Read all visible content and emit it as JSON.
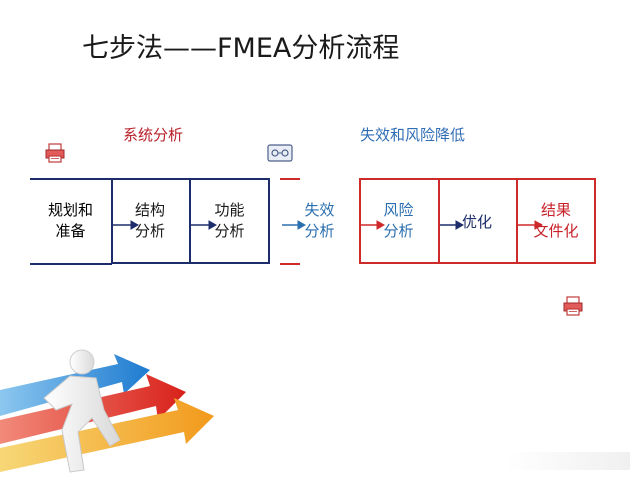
{
  "title": "七步法——FMEA分析流程",
  "sections": {
    "left_label": "系统分析",
    "right_label": "失效和风险降低"
  },
  "steps": [
    {
      "line1": "规划和",
      "line2": "准备"
    },
    {
      "line1": "结构",
      "line2": "分析"
    },
    {
      "line1": "功能",
      "line2": "分析"
    },
    {
      "line1": "失效",
      "line2": "分析"
    },
    {
      "line1": "风险",
      "line2": "分析"
    },
    {
      "line1": "优化",
      "line2": ""
    },
    {
      "line1": "结果",
      "line2": "文件化"
    }
  ],
  "colors": {
    "navy": "#1d2d6b",
    "red": "#cf2a2a",
    "blue_text": "#2a6fb0",
    "red_text": "#c8212a"
  },
  "icons": [
    "printer-icon",
    "cassette-icon",
    "printer-icon",
    "running-man-arrows-illustration"
  ]
}
